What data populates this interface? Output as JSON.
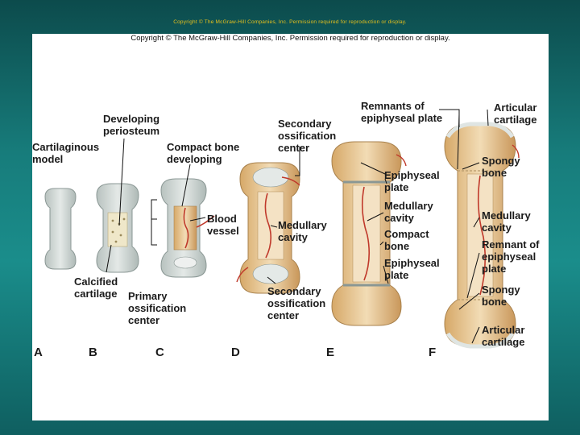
{
  "header": {
    "copyright_top": "Copyright © The McGraw-Hill Companies, Inc. Permission required for reproduction or display.",
    "copyright_panel": "Copyright © The McGraw-Hill Companies, Inc. Permission required for reproduction or display."
  },
  "stages": [
    "A",
    "B",
    "C",
    "D",
    "E",
    "F"
  ],
  "labels": {
    "cartilaginous_model": "Cartilaginous\nmodel",
    "developing_periosteum": "Developing\nperiosteum",
    "compact_bone_developing": "Compact bone\ndeveloping",
    "calcified_cartilage": "Calcified\ncartilage",
    "primary_ossification_center": "Primary\nossification\ncenter",
    "blood_vessel": "Blood\nvessel",
    "secondary_ossification_center_top": "Secondary\nossification\ncenter",
    "medullary_cavity_d": "Medullary\ncavity",
    "secondary_ossification_center_bottom": "Secondary\nossification\ncenter",
    "remnants_of_epiphyseal_plate": "Remnants of\nepiphyseal plate",
    "epiphyseal_plate_top": "Epiphyseal\nplate",
    "medullary_cavity_e": "Medullary\ncavity",
    "compact_bone": "Compact\nbone",
    "epiphyseal_plate_bottom": "Epiphyseal\nplate",
    "articular_cartilage_top": "Articular\ncartilage",
    "spongy_bone_top": "Spongy\nbone",
    "medullary_cavity_f": "Medullary\ncavity",
    "remnant_of_epiphyseal_plate": "Remnant of\nepiphyseal\nplate",
    "spongy_bone_bottom": "Spongy\nbone",
    "articular_cartilage_bottom": "Articular\ncartilage"
  },
  "colors": {
    "background": "#177c7b",
    "cartilage": "#d9dedc",
    "bone": "#e8c89a",
    "blood": "#c0392b"
  }
}
